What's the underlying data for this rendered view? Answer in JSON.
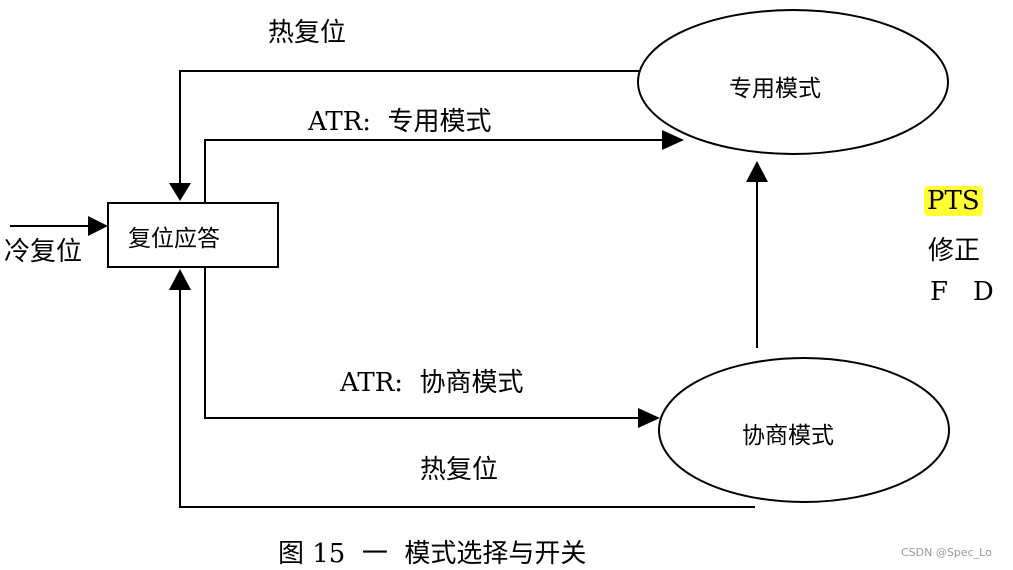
{
  "nodes": {
    "answer_box": "复位应答",
    "dedicated_mode": "专用模式",
    "negotiable_mode": "协商模式"
  },
  "edges": {
    "warm_reset_top": "热复位",
    "atr_dedicated": "ATR:  专用模式",
    "cold_reset": "冷复位",
    "atr_negotiable": "ATR:  协商模式",
    "warm_reset_bottom": "热复位"
  },
  "side_note": {
    "pts": "PTS",
    "fix": "修正",
    "fd": "F   D"
  },
  "caption": "图 15  一  模式选择与开关",
  "watermark": "CSDN @Spec_Lo",
  "colors": {
    "highlight": "#ffff33",
    "line": "#000000",
    "watermark": "#999999"
  }
}
